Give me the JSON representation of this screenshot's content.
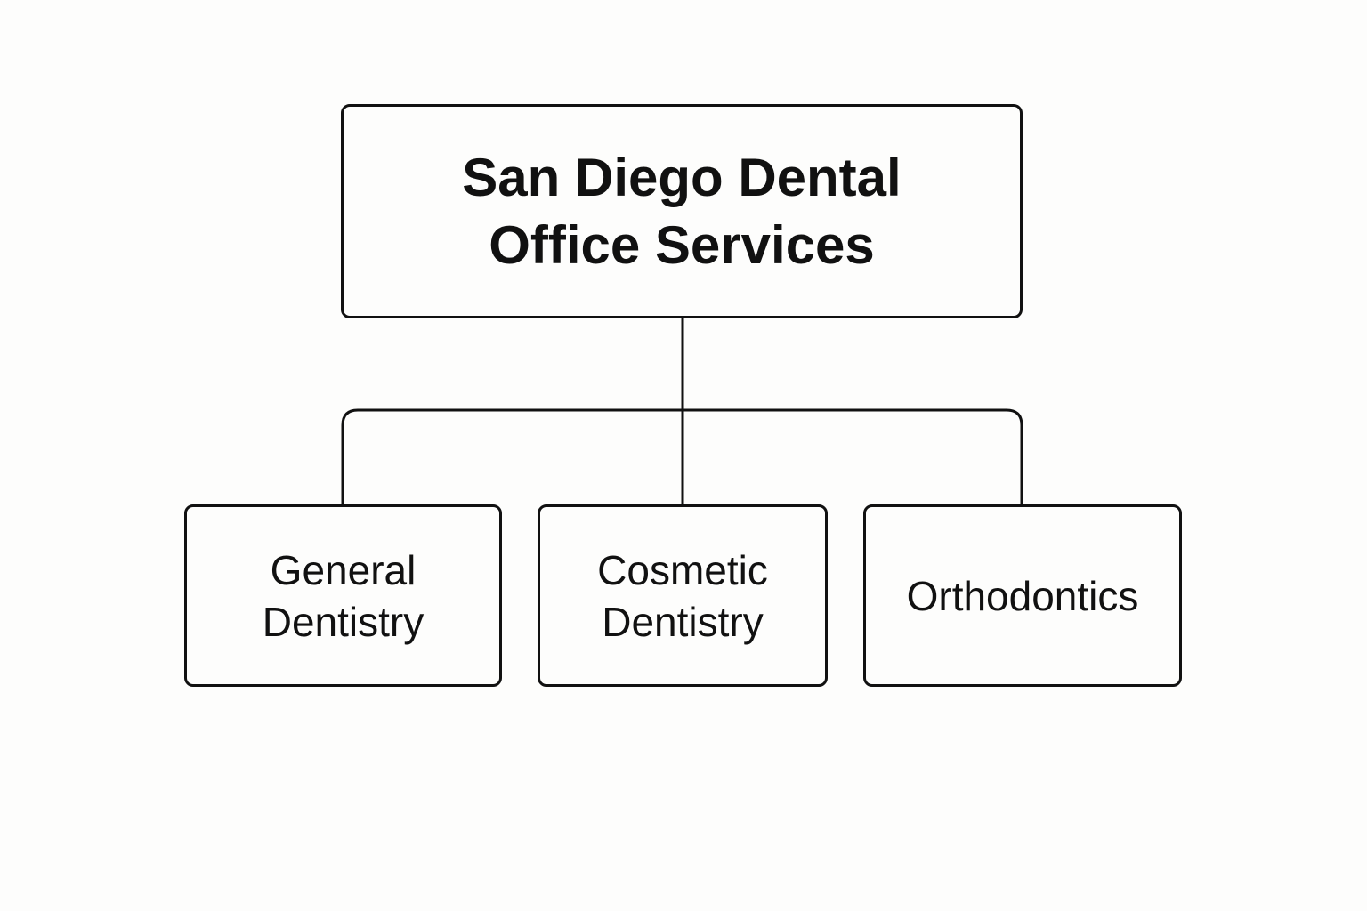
{
  "diagram": {
    "root": {
      "label": "San Diego Dental Office Services"
    },
    "children": [
      {
        "label": "General Dentistry"
      },
      {
        "label": "Cosmetic Dentistry"
      },
      {
        "label": "Orthodontics"
      }
    ]
  }
}
